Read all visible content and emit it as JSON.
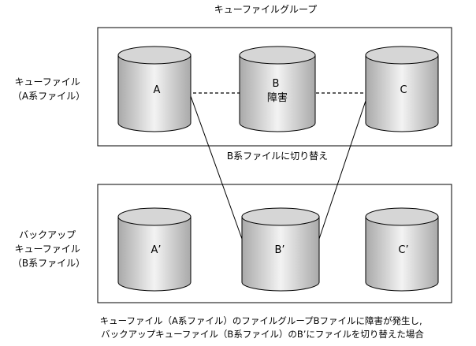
{
  "title": "キューファイルグループ",
  "group_a": {
    "label_lines": [
      "キューファイル",
      "（A系ファイル）"
    ],
    "cylinders": [
      {
        "lines": [
          "A"
        ]
      },
      {
        "lines": [
          "B",
          "障害"
        ]
      },
      {
        "lines": [
          "C"
        ]
      }
    ]
  },
  "group_b": {
    "label_lines": [
      "バックアップ",
      "キューファイル",
      "（B系ファイル）"
    ],
    "cylinders": [
      {
        "lines": [
          "A’"
        ]
      },
      {
        "lines": [
          "B’"
        ]
      },
      {
        "lines": [
          "C’"
        ]
      }
    ]
  },
  "switch_label": "B系ファイルに切り替え",
  "caption_lines": [
    "キューファイル（A系ファイル）のファイルグループBファイルに障害が発生し,",
    "バックアップキューファイル（B系ファイル）のB’にファイルを切り替えた場合"
  ],
  "colors": {
    "cylinder_dark": "#a9a9a9",
    "cylinder_light": "#f3f3f3",
    "cylinder_top": "#d6d6d6",
    "line": "#000000"
  }
}
